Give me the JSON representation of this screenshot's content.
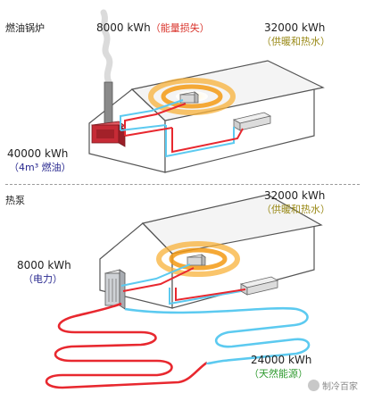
{
  "oil_boiler": {
    "section_title": "燃油锅炉",
    "loss_value": "8000 kWh",
    "loss_note": "（能量损失）",
    "heat_value": "32000 kWh",
    "heat_note": "（供暖和热水）",
    "input_value": "40000 kWh",
    "input_note": "（4m³ 燃油）"
  },
  "heat_pump": {
    "section_title": "热泵",
    "heat_value": "32000 kWh",
    "heat_note": "（供暖和热水）",
    "input_value": "8000 kWh",
    "input_note": "（电力）",
    "ambient_value": "24000 kWh",
    "ambient_note": "（天然能源）"
  },
  "watermark": "制冷百家",
  "colors": {
    "hot_pipe": "#e8282f",
    "cold_pipe": "#5ccaf0",
    "heat_glow": "#f6a21a",
    "house_outline": "#555555",
    "boiler": "#c62b36"
  }
}
